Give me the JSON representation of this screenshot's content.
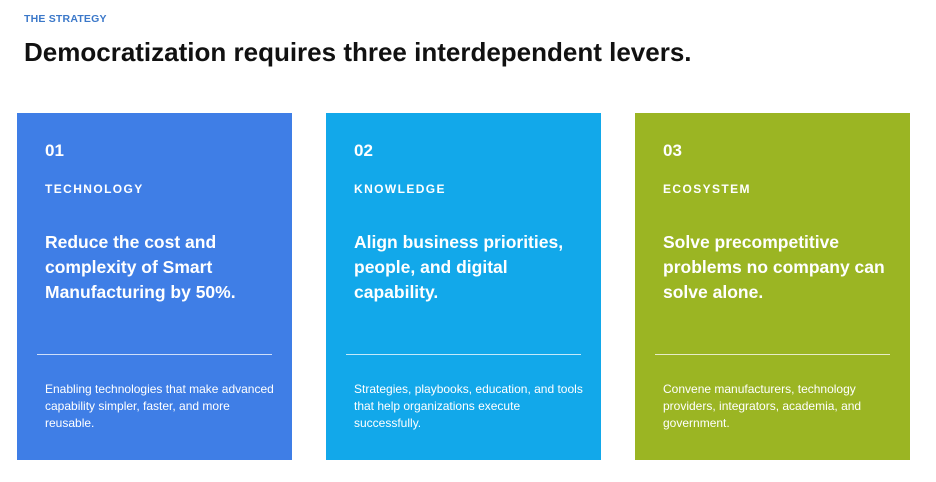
{
  "header": {
    "eyebrow": "THE STRATEGY",
    "title": "Democratization requires three interdependent levers."
  },
  "cards": [
    {
      "number": "01",
      "category": "TECHNOLOGY",
      "headline": "Reduce the cost and complexity of Smart Manufacturing by 50%.",
      "description": "Enabling technologies that make advanced capability simpler, faster, and more reusable.",
      "color": "#3f7ee6"
    },
    {
      "number": "02",
      "category": "KNOWLEDGE",
      "headline": "Align business priorities, people, and digital capability.",
      "description": "Strategies, playbooks, education, and tools that help organizations execute successfully.",
      "color": "#12a8ea"
    },
    {
      "number": "03",
      "category": "ECOSYSTEM",
      "headline": "Solve precompetitive problems no company can solve alone.",
      "description": "Convene manufacturers, technology providers, integrators, academia, and government.",
      "color": "#9bb523"
    }
  ]
}
